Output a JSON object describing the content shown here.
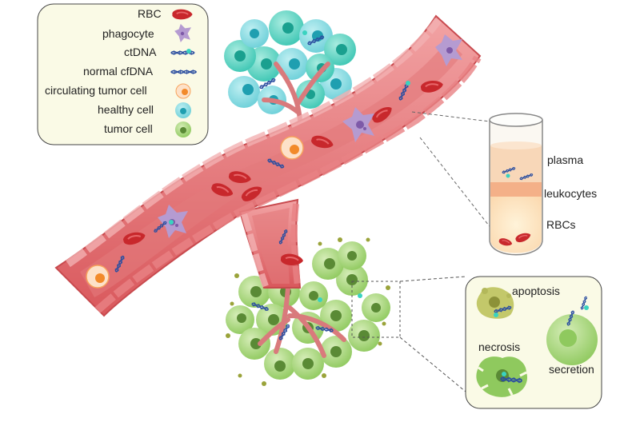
{
  "legend": {
    "items": [
      {
        "label": "RBC",
        "icon": "rbc-icon"
      },
      {
        "label": "phagocyte",
        "icon": "phagocyte-icon"
      },
      {
        "label": "ctDNA",
        "icon": "ctdna-icon"
      },
      {
        "label": "normal cfDNA",
        "icon": "cfdna-icon"
      },
      {
        "label": "circulating tumor cell",
        "icon": "ctc-icon"
      },
      {
        "label": "healthy cell",
        "icon": "healthy-cell-icon"
      },
      {
        "label": "tumor cell",
        "icon": "tumor-cell-icon"
      }
    ]
  },
  "tube": {
    "plasma": "plasma",
    "leukocytes": "leukocytes",
    "rbcs": "RBCs"
  },
  "inset": {
    "apoptosis": "apoptosis",
    "necrosis": "necrosis",
    "secretion": "secretion"
  },
  "colors": {
    "vessel": "#e0787a",
    "vessel_wall": "#d9585c",
    "rbc": "#c8282c",
    "phagocyte": "#b59bd1",
    "ctc": "#f7a35c",
    "healthy": "#5ccbd5",
    "tumor": "#8cc45a",
    "dna": "#2c4fa0",
    "legend_bg": "#fafae6",
    "plasma": "#f8d7b8",
    "leukocyte_band": "#f4b088"
  }
}
